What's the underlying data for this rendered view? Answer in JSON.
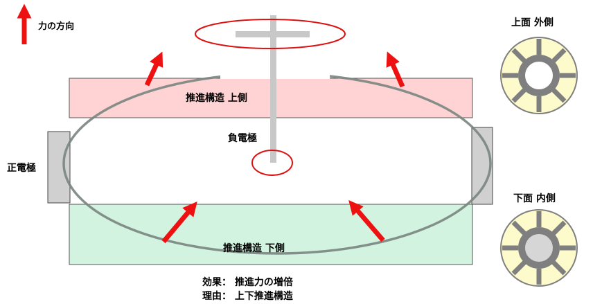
{
  "legend": {
    "label": "力の方向",
    "arrow_color": "#ee1111"
  },
  "structures": {
    "upper_label": "推進構造 上側",
    "lower_label": "推進構造 下側",
    "negative_electrode_label": "負電極",
    "positive_electrode_label": "正電極"
  },
  "views": {
    "top_outer_label": "上面 外側",
    "bottom_inner_label": "下面 内側"
  },
  "caption": {
    "effect": "効果： 推進力の増倍",
    "reason": "理由： 上下推進構造"
  },
  "colors": {
    "upper_fill": "#ffd3d3",
    "lower_fill": "#d3f3e1",
    "ring_stroke": "#7a857f",
    "electrode_fill": "#d0d0d0",
    "circle_highlight": "#dd1111",
    "view_fill": "#fdfbcc",
    "view_ring": "#7f7f7f"
  }
}
